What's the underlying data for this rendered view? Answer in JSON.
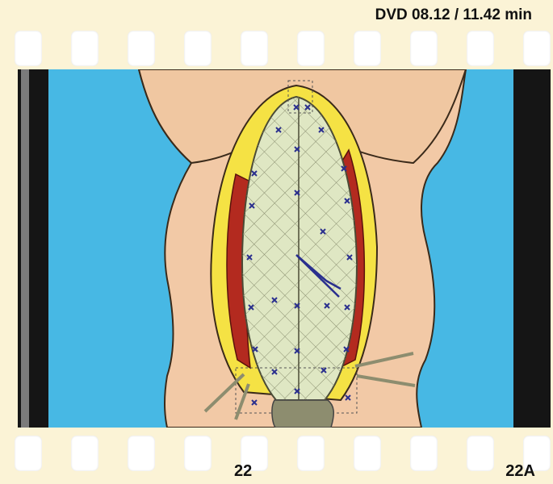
{
  "header": {
    "caption": "DVD 08.12 / 11.42 min"
  },
  "footer": {
    "frame_left": "22",
    "frame_right": "22A"
  },
  "colors": {
    "film": "#fbf3d6",
    "background_blue": "#47b8e4",
    "skin": "#f0c7a1",
    "skin_light": "#f2c9a6",
    "fascia": "#f5e244",
    "muscle": "#b32a1f",
    "mesh": "#dfe7c3",
    "suture": "#2a2f8e",
    "drain": "#8d8d6f"
  },
  "icons": [
    "film-sprocket-hole",
    "suture-stitch",
    "surgical-drain"
  ]
}
